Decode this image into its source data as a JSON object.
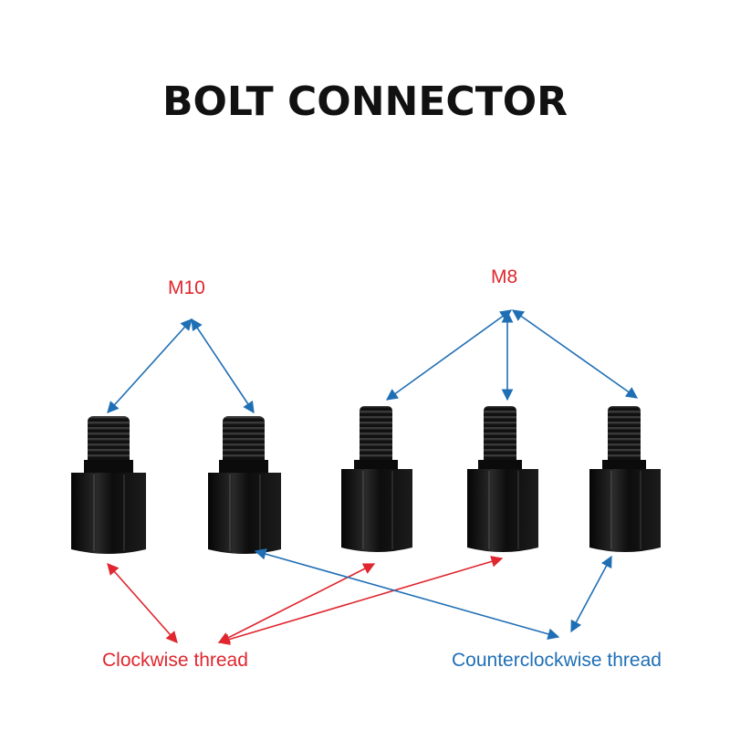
{
  "title": "BOLT CONNECTOR",
  "labels": {
    "m10": "M10",
    "m8": "M8",
    "clockwise": "Clockwise thread",
    "counterclockwise": "Counterclockwise thread"
  },
  "colors": {
    "red": "#e0262e",
    "blue": "#1f6fb5",
    "bolt": "#0b0b0b"
  },
  "bolts": [
    {
      "size": "M10",
      "thread": "clockwise"
    },
    {
      "size": "M10",
      "thread": "counterclockwise"
    },
    {
      "size": "M8",
      "thread": "clockwise"
    },
    {
      "size": "M8",
      "thread": "clockwise"
    },
    {
      "size": "M8",
      "thread": "counterclockwise"
    }
  ]
}
